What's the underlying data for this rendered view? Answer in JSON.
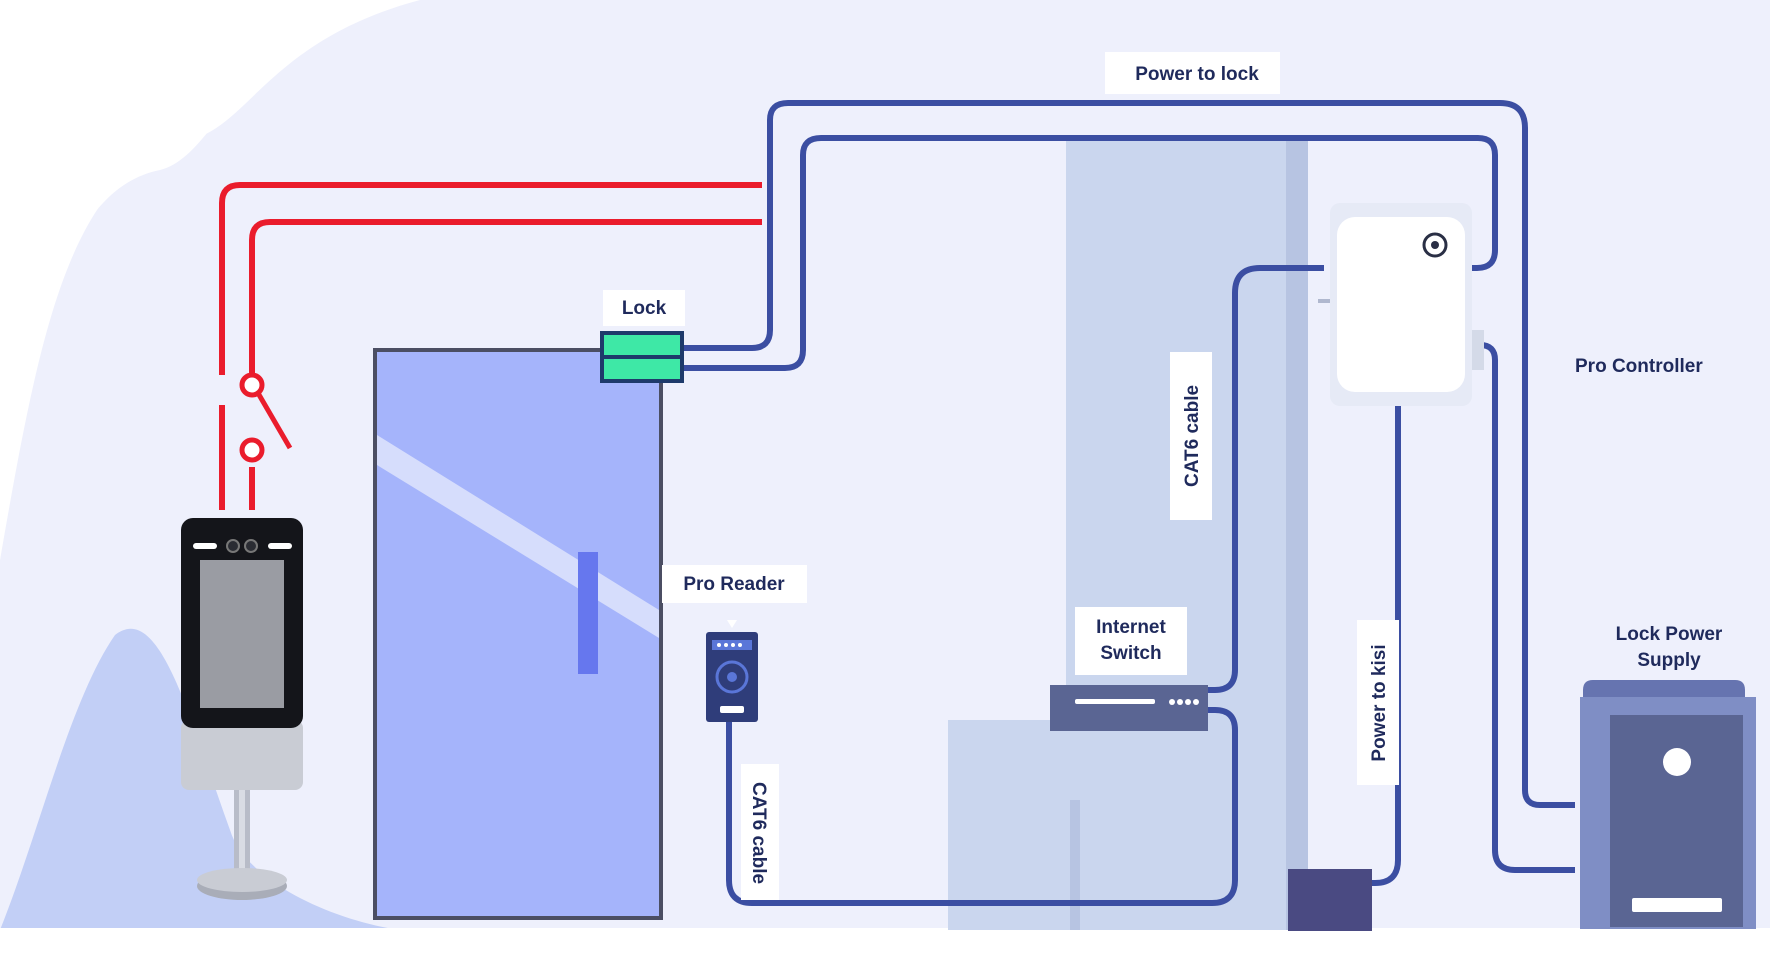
{
  "diagram": {
    "labels": {
      "power_to_lock": "Power to lock",
      "lock": "Lock",
      "pro_reader": "Pro Reader",
      "pro_controller": "Pro Controller",
      "cat6_cable_vertical": "CAT6 cable",
      "cat6_cable_reader": "CAT6 cable",
      "internet_switch_line1": "Internet",
      "internet_switch_line2": "Switch",
      "power_to_kisi": "Power to kisi",
      "lock_power_supply_line1": "Lock Power",
      "lock_power_supply_line2": "Supply"
    },
    "colors": {
      "background_light": "#eef0fc",
      "background_hill": "#e4e8fa",
      "hill_accent": "#c2cff6",
      "door": "#a5b4fb",
      "wall": "#cad6ee",
      "cable_blue": "#3b4ea2",
      "cable_red": "#ea1c2c",
      "lock_green": "#3ee8a6",
      "device_dark": "#5a6593",
      "power_supply": "#7f8ec5",
      "floor_box": "#4a4a82"
    },
    "icons": [
      "kisi-logo-icon",
      "reader-icon",
      "switch-icon",
      "face-terminal-icon",
      "relay-switch-icon"
    ]
  }
}
